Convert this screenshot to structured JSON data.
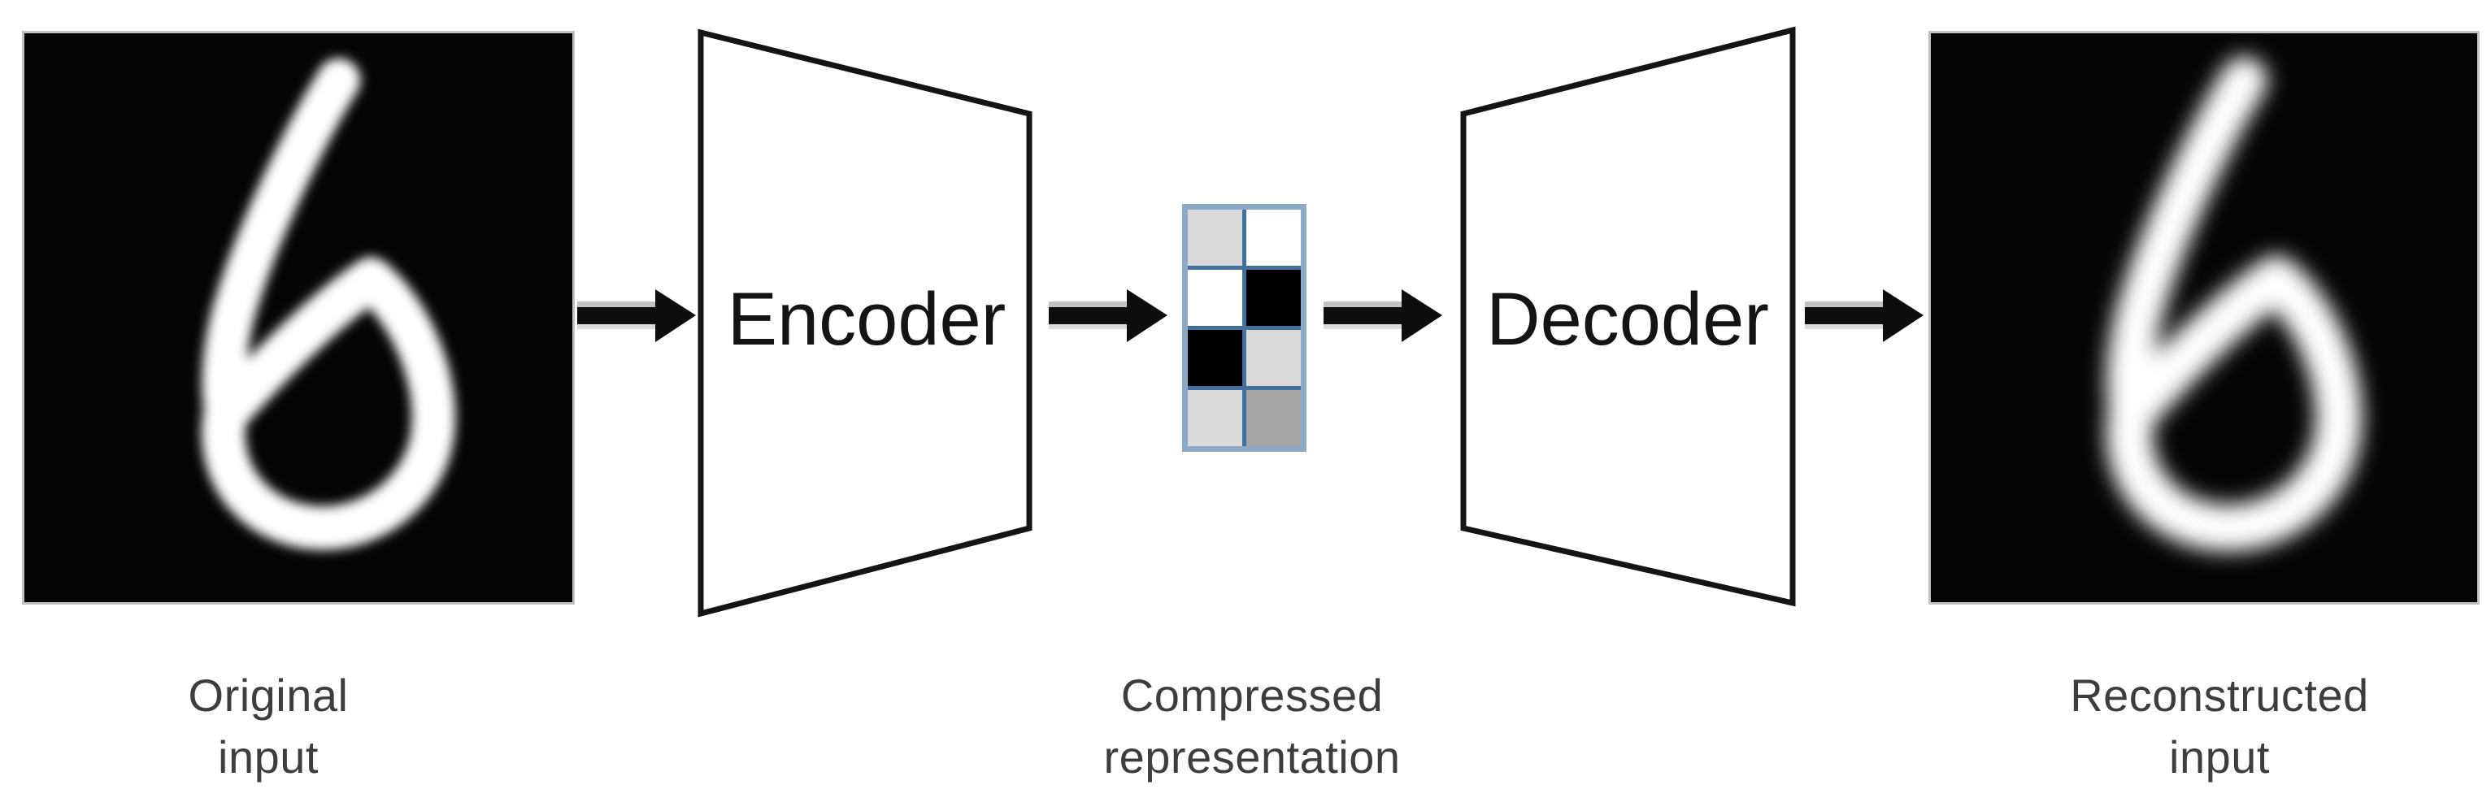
{
  "diagram": {
    "encoder_label": "Encoder",
    "decoder_label": "Decoder",
    "original_caption_line1": "Original",
    "original_caption_line2": "input",
    "compressed_caption_line1": "Compressed",
    "compressed_caption_line2": "representation",
    "reconstructed_caption_line1": "Reconstructed",
    "reconstructed_caption_line2": "input",
    "digit_shown": "6",
    "compressed_cells": [
      [
        "#d9d9d9",
        "#ffffff"
      ],
      [
        "#ffffff",
        "#000000"
      ],
      [
        "#000000",
        "#d9d9d9"
      ],
      [
        "#d9d9d9",
        "#a6a6a6"
      ]
    ]
  },
  "icons": {
    "arrow": "arrow-right-icon"
  },
  "colors": {
    "bg": "#ffffff",
    "image-bg": "#040404",
    "image-edge": "#c2c2c2",
    "digit-stroke": "#ffffff",
    "node-fill": "#ffffff",
    "node-border": "#141414",
    "node-text": "#141414",
    "arrow-fill": "#0e0e0e",
    "arrow-highlight": "#c2c2c2",
    "arrow-shadow": "#dcdcdc",
    "grid-outer": "#8caac8",
    "grid-inner": "#41719c",
    "label-text": "#3d3d3d"
  }
}
